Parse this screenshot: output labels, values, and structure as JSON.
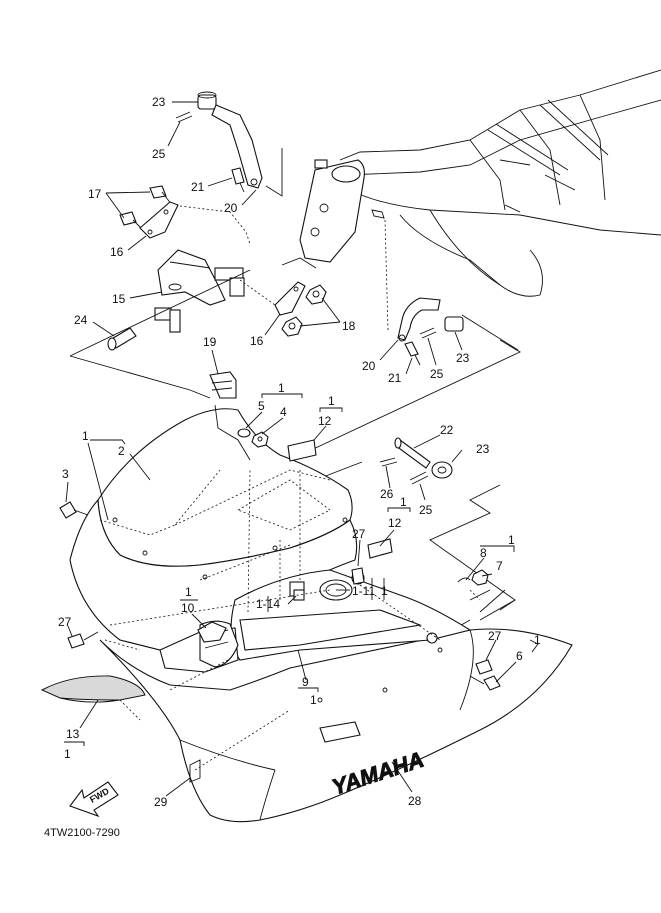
{
  "diagram": {
    "code": "4TW2100-7290",
    "fwd_label": "FWD",
    "brand_text": "YAMAHA",
    "callouts": [
      {
        "id": "c23a",
        "text": "23"
      },
      {
        "id": "c25a",
        "text": "25"
      },
      {
        "id": "c21a",
        "text": "21"
      },
      {
        "id": "c20a",
        "text": "20"
      },
      {
        "id": "c17",
        "text": "17"
      },
      {
        "id": "c16a",
        "text": "16"
      },
      {
        "id": "c15",
        "text": "15"
      },
      {
        "id": "c24",
        "text": "24"
      },
      {
        "id": "c16b",
        "text": "16"
      },
      {
        "id": "c18",
        "text": "18"
      },
      {
        "id": "c20b",
        "text": "20"
      },
      {
        "id": "c21b",
        "text": "21"
      },
      {
        "id": "c25b",
        "text": "25"
      },
      {
        "id": "c23b",
        "text": "23"
      },
      {
        "id": "c19",
        "text": "19"
      },
      {
        "id": "c1a",
        "text": "1"
      },
      {
        "id": "c5",
        "text": "5"
      },
      {
        "id": "c4",
        "text": "4"
      },
      {
        "id": "c1b",
        "text": "1"
      },
      {
        "id": "c12a",
        "text": "12"
      },
      {
        "id": "c1c",
        "text": "1"
      },
      {
        "id": "c2",
        "text": "2"
      },
      {
        "id": "c3",
        "text": "3"
      },
      {
        "id": "c22",
        "text": "22"
      },
      {
        "id": "c23c",
        "text": "23"
      },
      {
        "id": "c26",
        "text": "26"
      },
      {
        "id": "c1d",
        "text": "1"
      },
      {
        "id": "c12b",
        "text": "12"
      },
      {
        "id": "c25c",
        "text": "25"
      },
      {
        "id": "c27a",
        "text": "27"
      },
      {
        "id": "c1e",
        "text": "1"
      },
      {
        "id": "c8",
        "text": "8"
      },
      {
        "id": "c7",
        "text": "7"
      },
      {
        "id": "c11",
        "text": "1-11"
      },
      {
        "id": "c1f",
        "text": "1"
      },
      {
        "id": "c1g",
        "text": "1"
      },
      {
        "id": "c10",
        "text": "10"
      },
      {
        "id": "c14",
        "text": "1-14"
      },
      {
        "id": "c27b",
        "text": "27"
      },
      {
        "id": "c27c",
        "text": "27"
      },
      {
        "id": "c1h",
        "text": "1"
      },
      {
        "id": "c6",
        "text": "6"
      },
      {
        "id": "c9",
        "text": "9"
      },
      {
        "id": "c1i",
        "text": "1"
      },
      {
        "id": "c13",
        "text": "13"
      },
      {
        "id": "c1j",
        "text": "1"
      },
      {
        "id": "c29",
        "text": "29"
      },
      {
        "id": "c28",
        "text": "28"
      }
    ]
  }
}
